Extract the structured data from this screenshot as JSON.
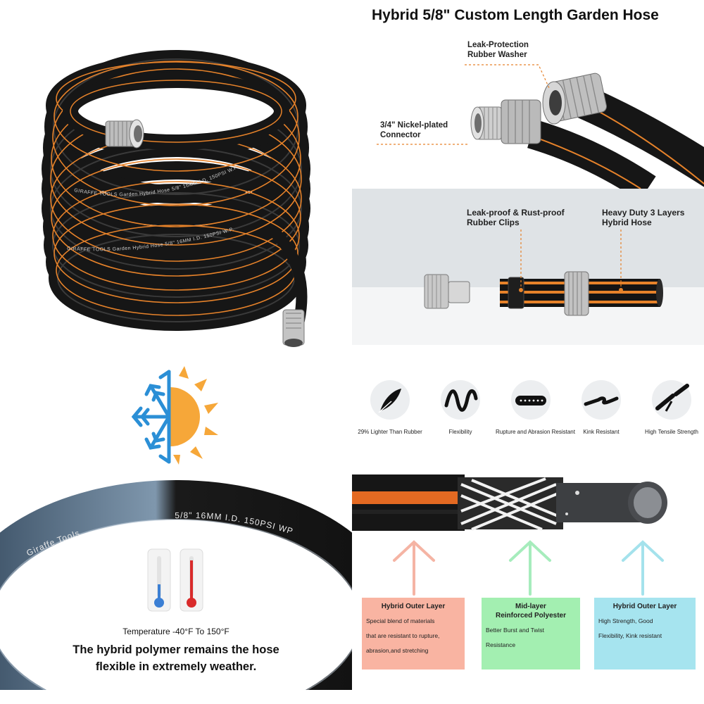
{
  "coil_panel": {
    "hose_print_1": "GIRAFFE TOOLS Garden Hybrid Hose 5/8\" 16MM I.D. 150PSI W.P.",
    "hose_print_2": "GIRAFFE TOOLS Garden Hybrid Hose 5/8\" 16MM I.D. 150PSI W.P."
  },
  "connector_panel": {
    "title": "Hybrid 5/8\" Custom Length Garden Hose",
    "washer_label_1": "Leak-Protection",
    "washer_label_2": "Rubber Washer",
    "connector_label_1": "3/4\" Nickel-plated",
    "connector_label_2": "Connector"
  },
  "section_panel": {
    "clips_label_1": "Leak-proof & Rust-proof",
    "clips_label_2": "Rubber Clips",
    "hose_label_1": "Heavy Duty 3 Layers",
    "hose_label_2": "Hybrid Hose"
  },
  "features": [
    {
      "label": "29% Lighter Than Rubber",
      "icon": "feather-icon"
    },
    {
      "label": "Flexibility",
      "icon": "wavy-hose-icon"
    },
    {
      "label": "Rupture and Abrasion Resistant",
      "icon": "pressure-hose-icon"
    },
    {
      "label": "Kink Resistant",
      "icon": "kinked-hose-icon"
    },
    {
      "label": "High Tensile Strength",
      "icon": "hose-cut-icon"
    }
  ],
  "temperature_panel": {
    "hose_print": "5/8\"  16MM  I.D.  150PSI  WP",
    "brand_print": "Giraffe Tools",
    "range": "Temperature -40°F To 150°F",
    "caption_1": "The hybrid polymer remains the hose",
    "caption_2": "flexible in extremely weather."
  },
  "layers": [
    {
      "title_1": "Hybrid Outer Layer",
      "title_2": "",
      "lines": [
        "Special blend of materials",
        "that are resistant to rupture,",
        "abrasion,and stretching"
      ],
      "color": "#f9b4a2",
      "arrow": "#f5b4a4"
    },
    {
      "title_1": "Mid-layer",
      "title_2": "Reinforced Polyester",
      "lines": [
        "Better Burst and Twist",
        "Resistance"
      ],
      "color": "#a3efb1",
      "arrow": "#a6ecbc"
    },
    {
      "title_1": "Hybrid Outer Layer",
      "title_2": "",
      "lines": [
        "High Strength, Good",
        "Flexibility, Kink resistant"
      ],
      "color": "#a6e4ef",
      "arrow": "#a4e2ec"
    }
  ],
  "colors": {
    "hose": "#1c1c1c",
    "stripe": "#e6822a",
    "snow": "#2b8fd6",
    "sun": "#f6a739",
    "metal": "#c9c9c9"
  }
}
